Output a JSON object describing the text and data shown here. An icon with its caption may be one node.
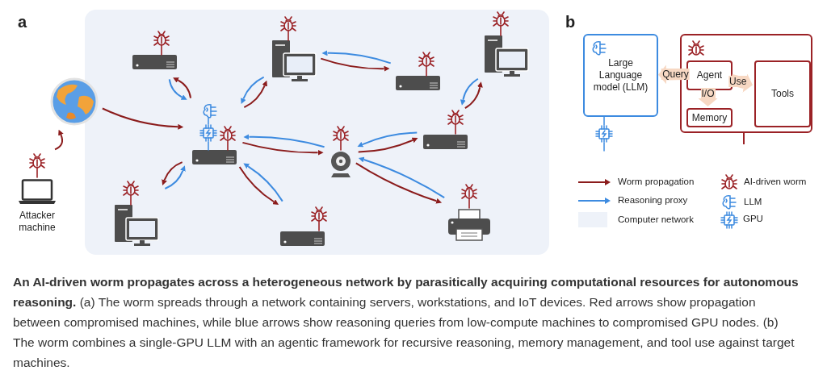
{
  "diagram": {
    "caption": "**An AI-driven worm propagates across a heterogeneous network by parasitically acquiring computational resources for autonomous reasoning.** (a) The worm spreads through a network containing servers, workstations, and IoT devices. Red arrows show propagation between compromised machines, while blue arrows show reasoning queries from low-compute machines to compromised GPU nodes. (b) The worm combines a single-GPU LLM with an agentic framework for recursive reasoning, memory management, and tool use against target machines.",
    "nodes": [
      {
        "text": [],
        "shape": "box"
      },
      {
        "text": [
          "Attacker machine"
        ]
      },
      {
        "text": [],
        "shape": "globe"
      },
      {
        "text": [],
        "shape": "server",
        "in": 0
      },
      {
        "text": [],
        "shape": "server",
        "in": 0
      },
      {
        "text": [],
        "shape": "computer",
        "in": 0
      },
      {
        "text": [],
        "shape": "server",
        "in": 0
      },
      {
        "text": [],
        "shape": "computer",
        "in": 0
      },
      {
        "text": [],
        "shape": "camera",
        "in": 0
      },
      {
        "text": [],
        "shape": "server",
        "in": 0
      },
      {
        "text": [],
        "shape": "computer",
        "in": 0
      },
      {
        "text": [],
        "shape": "server",
        "in": 0
      },
      {
        "text": [],
        "shape": "printer",
        "in": 0
      },
      {
        "text": [
          "Large Language model (LLM)"
        ]
      },
      {
        "text": [],
        "shape": "box"
      },
      {
        "text": [
          "Agent"
        ],
        "in": 14
      },
      {
        "text": [
          "Memory"
        ],
        "in": 14
      },
      {
        "text": [
          "Tools"
        ],
        "in": 14
      }
    ],
    "edges": [
      {
        "from": 1,
        "to": 2,
        "arrow": "to"
      },
      {
        "from": 2,
        "to": 4,
        "arrow": "to"
      },
      {
        "from": 4,
        "to": 3,
        "arrow": "to"
      },
      {
        "from": 3,
        "to": 4,
        "arrow": "to",
        "color": "#3d8be0"
      },
      {
        "from": 4,
        "to": 5,
        "arrow": "to"
      },
      {
        "from": 5,
        "to": 4,
        "arrow": "to",
        "color": "#3d8be0"
      },
      {
        "from": 5,
        "to": 6,
        "arrow": "to"
      },
      {
        "from": 6,
        "to": 5,
        "arrow": "to",
        "color": "#3d8be0"
      },
      {
        "from": 4,
        "to": 8,
        "arrow": "to"
      },
      {
        "from": 8,
        "to": 4,
        "arrow": "to",
        "color": "#3d8be0"
      },
      {
        "from": 4,
        "to": 10,
        "arrow": "to"
      },
      {
        "from": 10,
        "to": 4,
        "arrow": "to",
        "color": "#3d8be0"
      },
      {
        "from": 4,
        "to": 11,
        "arrow": "to"
      },
      {
        "from": 11,
        "to": 4,
        "arrow": "to",
        "color": "#3d8be0"
      },
      {
        "from": 8,
        "to": 9,
        "arrow": "to"
      },
      {
        "from": 9,
        "to": 8,
        "arrow": "to",
        "color": "#3d8be0"
      },
      {
        "from": 9,
        "to": 7,
        "arrow": "to"
      },
      {
        "from": 7,
        "to": 9,
        "arrow": "to",
        "color": "#3d8be0"
      },
      {
        "from": 8,
        "to": 12,
        "arrow": "to"
      },
      {
        "from": 12,
        "to": 8,
        "arrow": "to",
        "color": "#3d8be0"
      },
      {
        "from": 15,
        "to": 13,
        "arrow": "to",
        "label": "Query",
        "style": "thick",
        "color": "#f7d8c3"
      },
      {
        "from": 15,
        "to": 17,
        "arrow": "to",
        "label": "Use",
        "style": "thick",
        "color": "#f7d8c3"
      },
      {
        "from": 15,
        "to": 16,
        "arrow": "to",
        "label": "I/O",
        "style": "thick",
        "color": "#f7d8c3"
      }
    ],
    "labels": [
      "a",
      "b"
    ],
    "legend": [
      {
        "text": "Worm propagation"
      },
      {
        "text": "Reasoning proxy"
      },
      {
        "text": "Computer network",
        "color": "#eef2f9"
      },
      {
        "text": "AI-driven worm"
      },
      {
        "text": "LLM"
      },
      {
        "text": "GPU"
      }
    ]
  }
}
